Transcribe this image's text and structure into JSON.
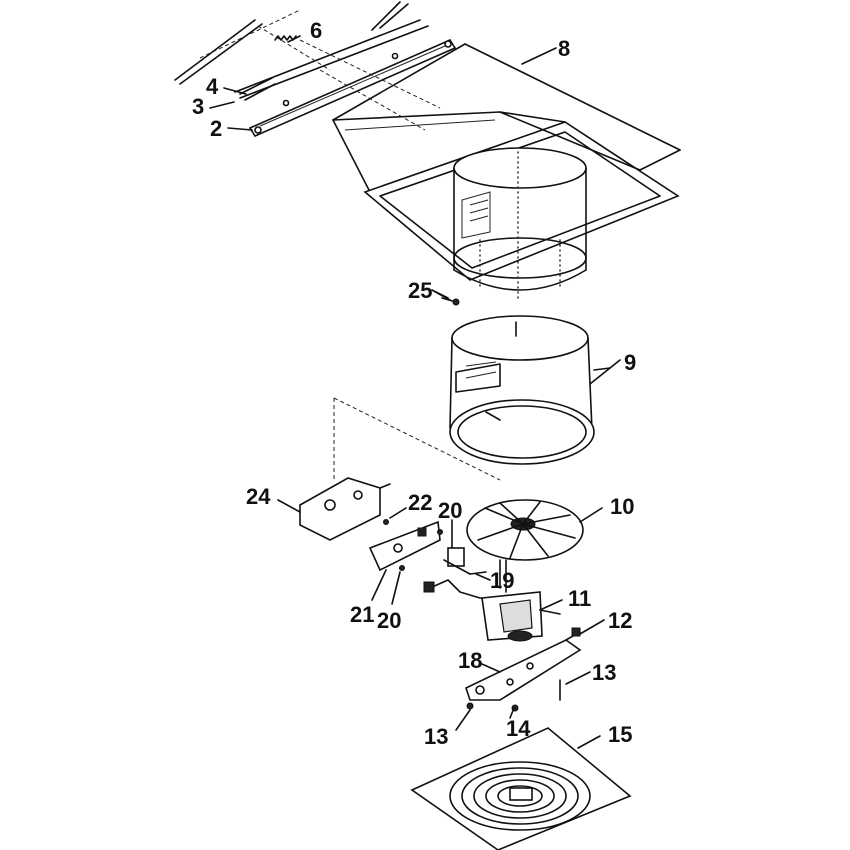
{
  "callouts": {
    "c6": "6",
    "c8": "8",
    "c4": "4",
    "c3": "3",
    "c2": "2",
    "c25": "25",
    "c9": "9",
    "c24": "24",
    "c22": "22",
    "c20a": "20",
    "c10": "10",
    "c19": "19",
    "c11": "11",
    "c21": "21",
    "c20b": "20",
    "c12": "12",
    "c18": "18",
    "c13a": "13",
    "c14": "14",
    "c13b": "13",
    "c15": "15"
  }
}
